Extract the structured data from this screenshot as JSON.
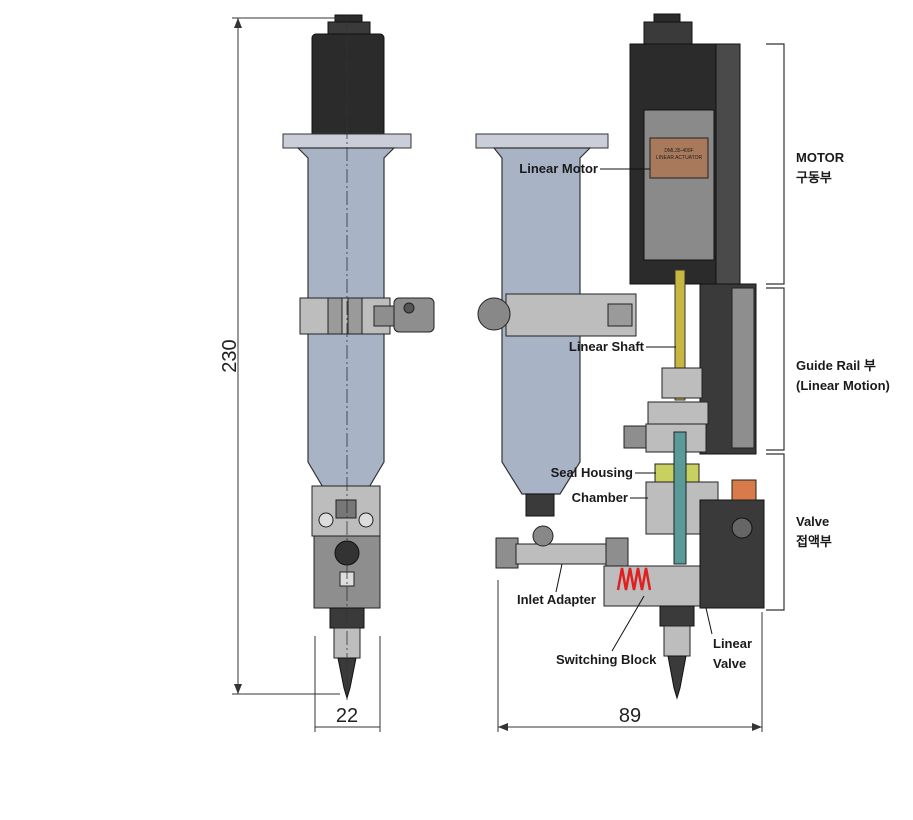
{
  "labels": {
    "linear_motor": "Linear Motor",
    "linear_shaft": "Linear Shaft",
    "seal_housing": "Seal Housing",
    "chamber": "Chamber",
    "inlet_adapter": "Inlet Adapter",
    "switching_block": "Switching Block",
    "linear_valve_line1": "Linear",
    "linear_valve_line2": "Valve",
    "motor_actuator_line1": "DML35-400F",
    "motor_actuator_line2": "LINEAR ACTUATOR"
  },
  "sections": {
    "motor_line1": "MOTOR",
    "motor_line2": "구동부",
    "guide_line1": "Guide Rail 부",
    "guide_line2": "(Linear Motion)",
    "valve_line1": "Valve",
    "valve_line2": "접액부"
  },
  "dimensions": {
    "height": "230",
    "front_width": "22",
    "side_width": "89"
  },
  "colors": {
    "barrel": "#a9b3c6",
    "motor_body": "#3a3a3a",
    "actuator_plate": "#a8795a",
    "shaft": "#c9b640",
    "spring": "#e02020"
  }
}
